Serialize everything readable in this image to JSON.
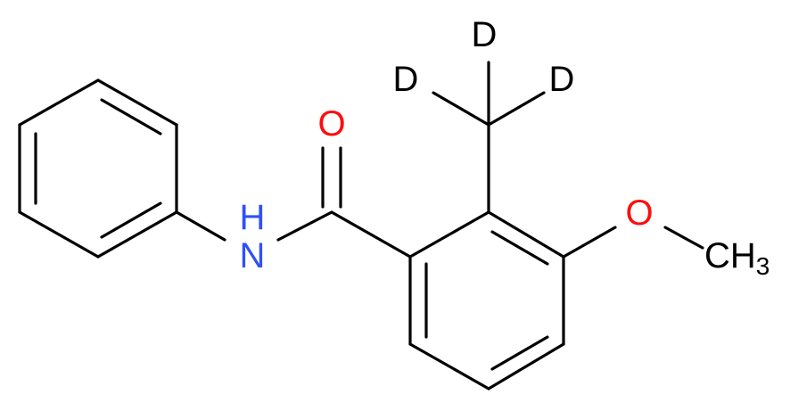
{
  "structure": {
    "atoms": {
      "oxygen_carbonyl": "O",
      "nitrogen": "N",
      "hydrogen_on_n": "H",
      "oxygen_methoxy": "O",
      "methyl_carbon": "CH",
      "methyl_subscript": "3",
      "deuterium_top": "D",
      "deuterium_left": "D",
      "deuterium_right": "D"
    },
    "colors": {
      "bond": "#000000",
      "carbon_hydrogen_deuterium": "#000000",
      "oxygen": "#ff0d0d",
      "nitrogen": "#3050f8"
    }
  }
}
